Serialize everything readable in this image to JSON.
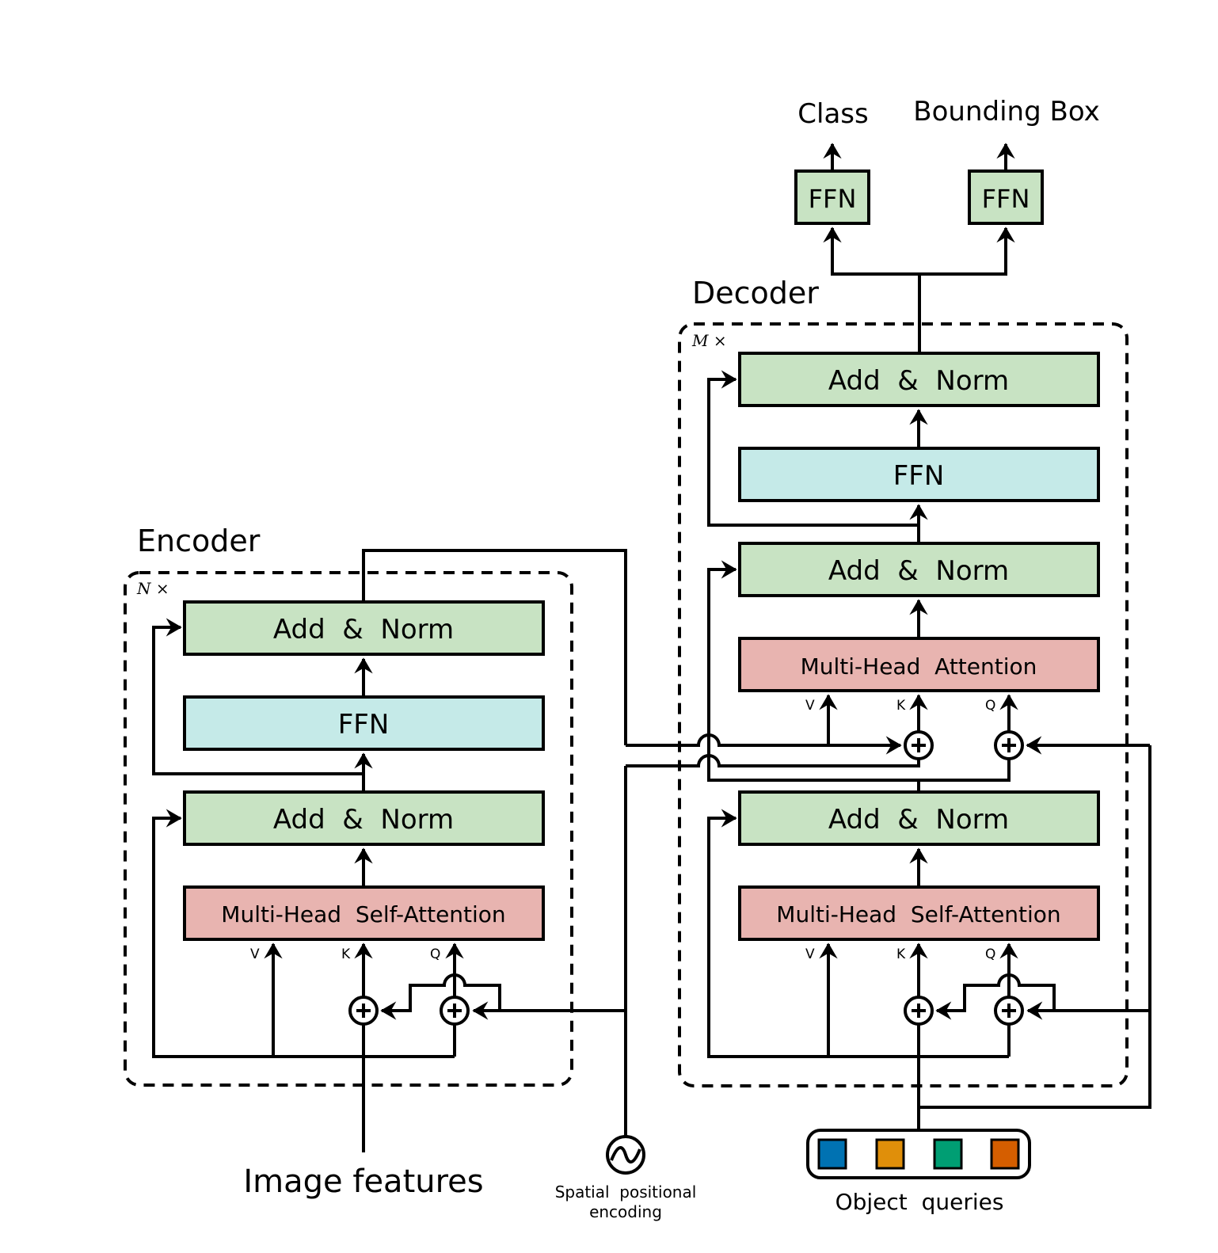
{
  "colors": {
    "add_norm": "#c8e3c3",
    "ffn": "#c5eae8",
    "attention": "#e8b4b0",
    "query_blue": "#0072b2",
    "query_orange": "#e08f0a",
    "query_green": "#009e73",
    "query_red": "#d55e00"
  },
  "outputs": {
    "class_label": "Class",
    "bbox_label": "Bounding Box",
    "ffn_label": "FFN"
  },
  "encoder": {
    "title": "Encoder",
    "repeat": "N ×",
    "add_norm_top": "Add  &  Norm",
    "ffn": "FFN",
    "add_norm_bottom": "Add  &  Norm",
    "attention": "Multi-Head  Self-Attention",
    "v": "V",
    "k": "K",
    "q": "Q"
  },
  "decoder": {
    "title": "Decoder",
    "repeat": "M ×",
    "add_norm_top": "Add  &  Norm",
    "ffn": "FFN",
    "add_norm_mid": "Add  &  Norm",
    "cross_attention": "Multi-Head  Attention",
    "add_norm_bottom": "Add  &  Norm",
    "self_attention": "Multi-Head  Self-Attention",
    "v": "V",
    "k": "K",
    "q": "Q"
  },
  "inputs": {
    "image_features": "Image features",
    "pos_enc_line1": "Spatial  positional",
    "pos_enc_line2": "encoding",
    "object_queries": "Object  queries"
  }
}
